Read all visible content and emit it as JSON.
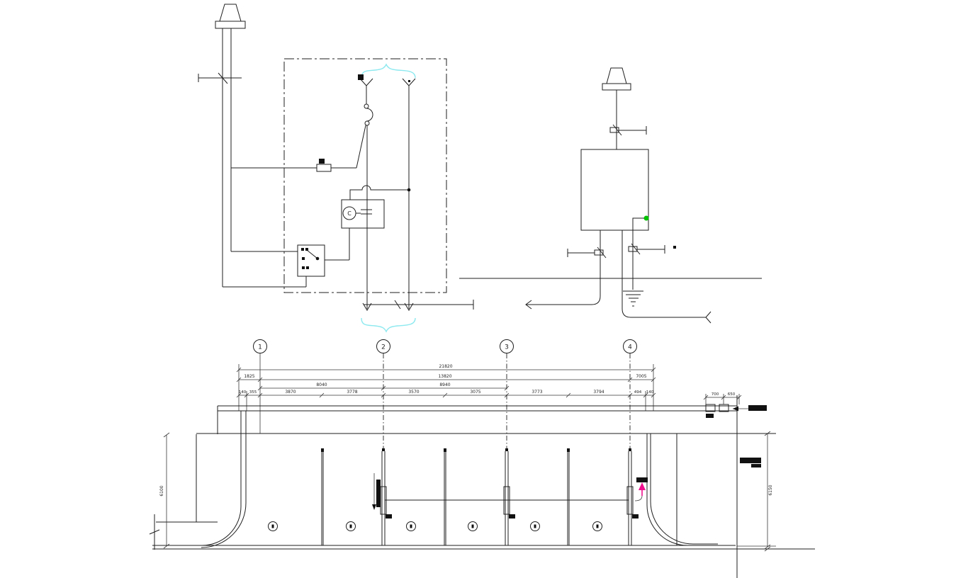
{
  "drawing": {
    "type": "cad-section-and-schematics",
    "colors": {
      "line": "#1f1f1f",
      "brace_accent": "#8ce9ef",
      "ground_terminal": "#00c300",
      "flow_arrow": "#ef0f8e"
    },
    "motor": {
      "label": "C"
    },
    "grid_bubbles": [
      {
        "label": "1"
      },
      {
        "label": "2"
      },
      {
        "label": "3"
      },
      {
        "label": "4"
      }
    ],
    "dims": {
      "overall": "21820",
      "row2": [
        "1825",
        "13820",
        "7005"
      ],
      "row3": [
        "8040",
        "8940"
      ],
      "row4": [
        "140",
        "355",
        "3870",
        "3778",
        "3570",
        "3075",
        "3773",
        "3794",
        "494",
        "140"
      ],
      "height_left": "6100",
      "height_right": "6150",
      "detail": [
        "700",
        "650"
      ]
    },
    "icons": {
      "vent_cone": "trapezoid-cone",
      "breaker": "arc-contact",
      "fuse": "inline-rect",
      "capacitor_motor": "circle-C-with-plates",
      "selector_switch": "box-with-contacts",
      "earth_ground": "stacked-bars",
      "gate": "sluice-gate-on-baffle",
      "flow_arrow_up": "magenta-arrow"
    }
  }
}
